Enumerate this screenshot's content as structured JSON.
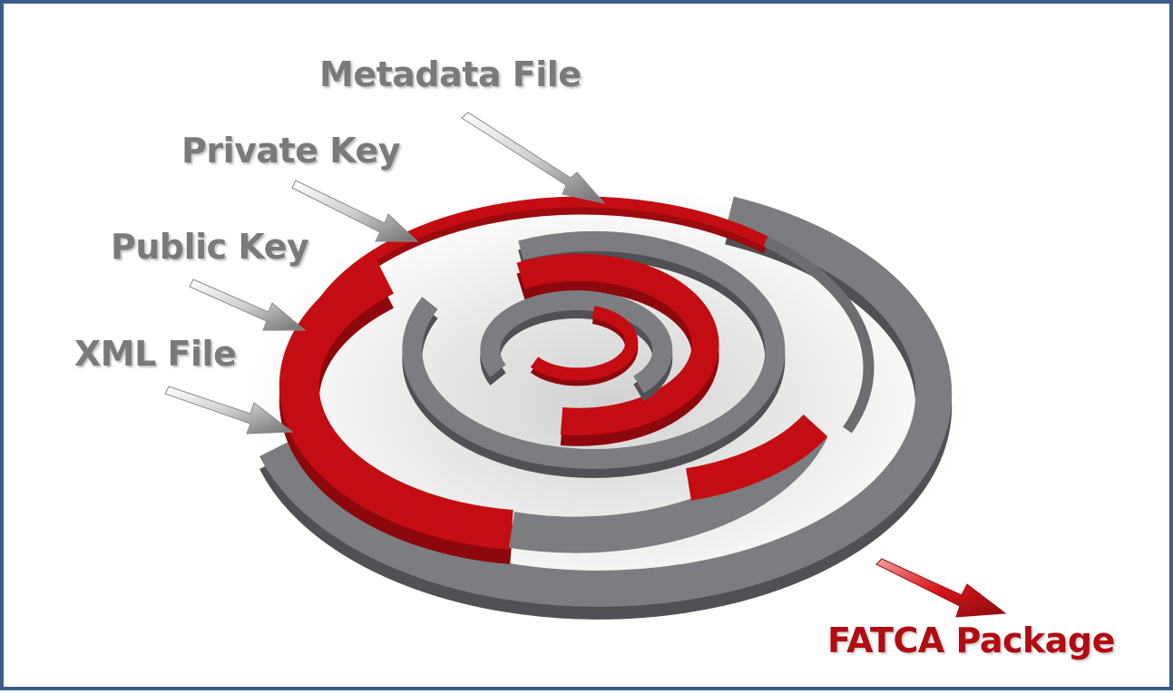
{
  "inputs": [
    {
      "id": "metadata",
      "label": "Metadata File"
    },
    {
      "id": "private",
      "label": "Private Key"
    },
    {
      "id": "public",
      "label": "Public Key"
    },
    {
      "id": "xml",
      "label": "XML File"
    }
  ],
  "output": {
    "label": "FATCA Package"
  },
  "colors": {
    "frame": "#3b5d8c",
    "ring_gray": "#7b7d80",
    "ring_red": "#c40d12",
    "label_gray": "#7a7a7a",
    "label_red": "#b10c12"
  }
}
